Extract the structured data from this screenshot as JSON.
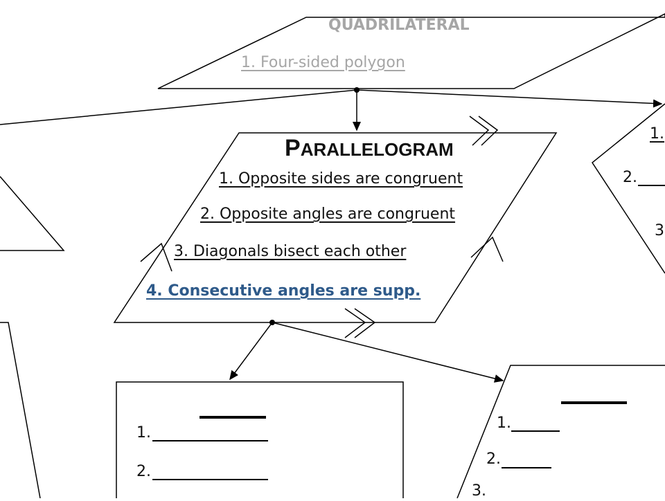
{
  "quadrilateral": {
    "title": "QUADRILATERAL",
    "prop1": "1. Four-sided polygon"
  },
  "parallelogram": {
    "title_cap": "P",
    "title_rest": "ARALLELOGRAM",
    "prop1": "1.  Opposite sides are congruent",
    "prop2": "2. Opposite angles are congruent",
    "prop3": "3. Diagonals bisect each other",
    "prop4": "4. Consecutive angles are supp."
  },
  "right_box": {
    "item1": "1.",
    "item2": "2.",
    "item3": "3"
  },
  "bottom_left_box": {
    "item1": "1.",
    "item2": "2."
  },
  "bottom_right_box": {
    "item1": "1.",
    "item2": "2.",
    "item3": "3."
  },
  "colors": {
    "line": "#000000",
    "gray_text": "#a6a6a6",
    "blue_text": "#2e5a8a"
  }
}
